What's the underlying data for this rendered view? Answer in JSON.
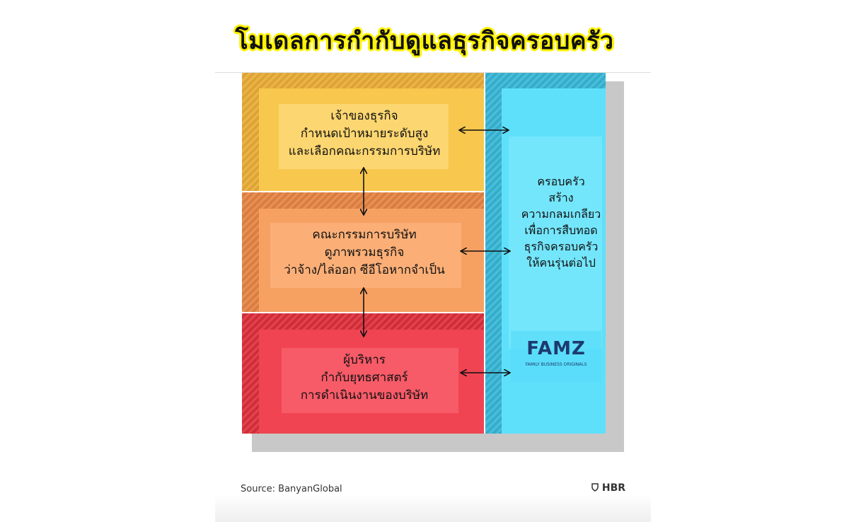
{
  "title": "โมเดลการกำกับดูแลธุรกิจครอบครัว",
  "blocks": {
    "owners": {
      "lines": [
        "เจ้าของธุรกิจ",
        "กำหนดเป้าหมายระดับสูง",
        "และเลือกคณะกรรมการบริษัท"
      ]
    },
    "board": {
      "lines": [
        "คณะกรรมการบริษัท",
        "ดูภาพรวมธุรกิจ",
        "ว่าจ้าง/ไล่ออก ซีอีโอหากจำเป็น"
      ]
    },
    "management": {
      "lines": [
        "ผู้บริหาร",
        "กำกับยุทธศาสตร์",
        "การดำเนินงานของบริษัท"
      ]
    },
    "family": {
      "lines": [
        "ครอบครัว",
        "สร้าง",
        "ความกลมเกลียว",
        "เพื่อการสืบทอด",
        "ธุรกิจครอบครัว",
        "ให้คนรุ่นต่อไป"
      ]
    }
  },
  "logo": {
    "name": "FAMZ",
    "subtitle": "FAMILY BUSINESS ORIGINALS",
    "icon": "famz-logo"
  },
  "source": "Source: BanyanGlobal",
  "publisher": "HBR",
  "publisher_icon": "shield-icon",
  "colors": {
    "title_highlight": "#fff200",
    "owners": "#f6c24a",
    "board": "#f59a55",
    "management": "#ee3e4a",
    "family": "#5fe0fb",
    "shadow": "#c8c8c8"
  }
}
